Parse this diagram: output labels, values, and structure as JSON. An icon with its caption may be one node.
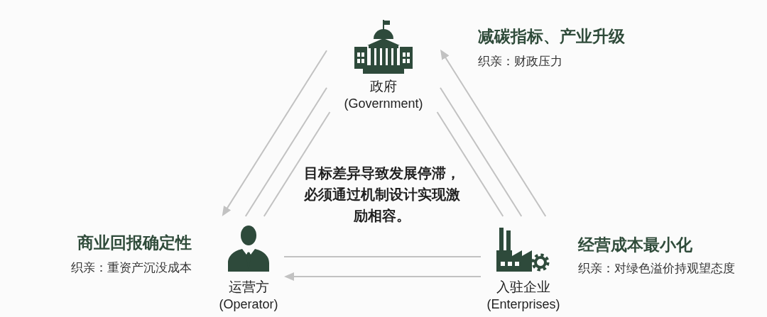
{
  "diagram": {
    "nodes": [
      {
        "text": [
          "政府",
          "(Government)"
        ],
        "beside": [
          "减碳指标、产业升级",
          "织亲：财政压力"
        ]
      },
      {
        "text": [
          "运营方",
          "(Operator)"
        ],
        "beside": [
          "商业回报确定性",
          "织亲：重资产沉没成本"
        ]
      },
      {
        "text": [
          "入驻企业",
          "(Enterprises)"
        ],
        "beside": [
          "经营成本最小化",
          "织亲：对绿色溢价持观望态度"
        ]
      }
    ],
    "edges": [
      {
        "from": 0,
        "to": 1,
        "arrow": "to"
      },
      {
        "from": 0,
        "to": 1,
        "arrow": "none"
      },
      {
        "from": 0,
        "to": 1,
        "arrow": "none"
      },
      {
        "from": 2,
        "to": 0,
        "arrow": "to"
      },
      {
        "from": 0,
        "to": 2,
        "arrow": "none"
      },
      {
        "from": 0,
        "to": 2,
        "arrow": "none"
      },
      {
        "from": 1,
        "to": 2,
        "arrow": "none"
      },
      {
        "from": 2,
        "to": 1,
        "arrow": "to"
      }
    ],
    "labels": [
      "目标差异导致发展停滞，必须通过机制设计实现激励相容。"
    ]
  }
}
